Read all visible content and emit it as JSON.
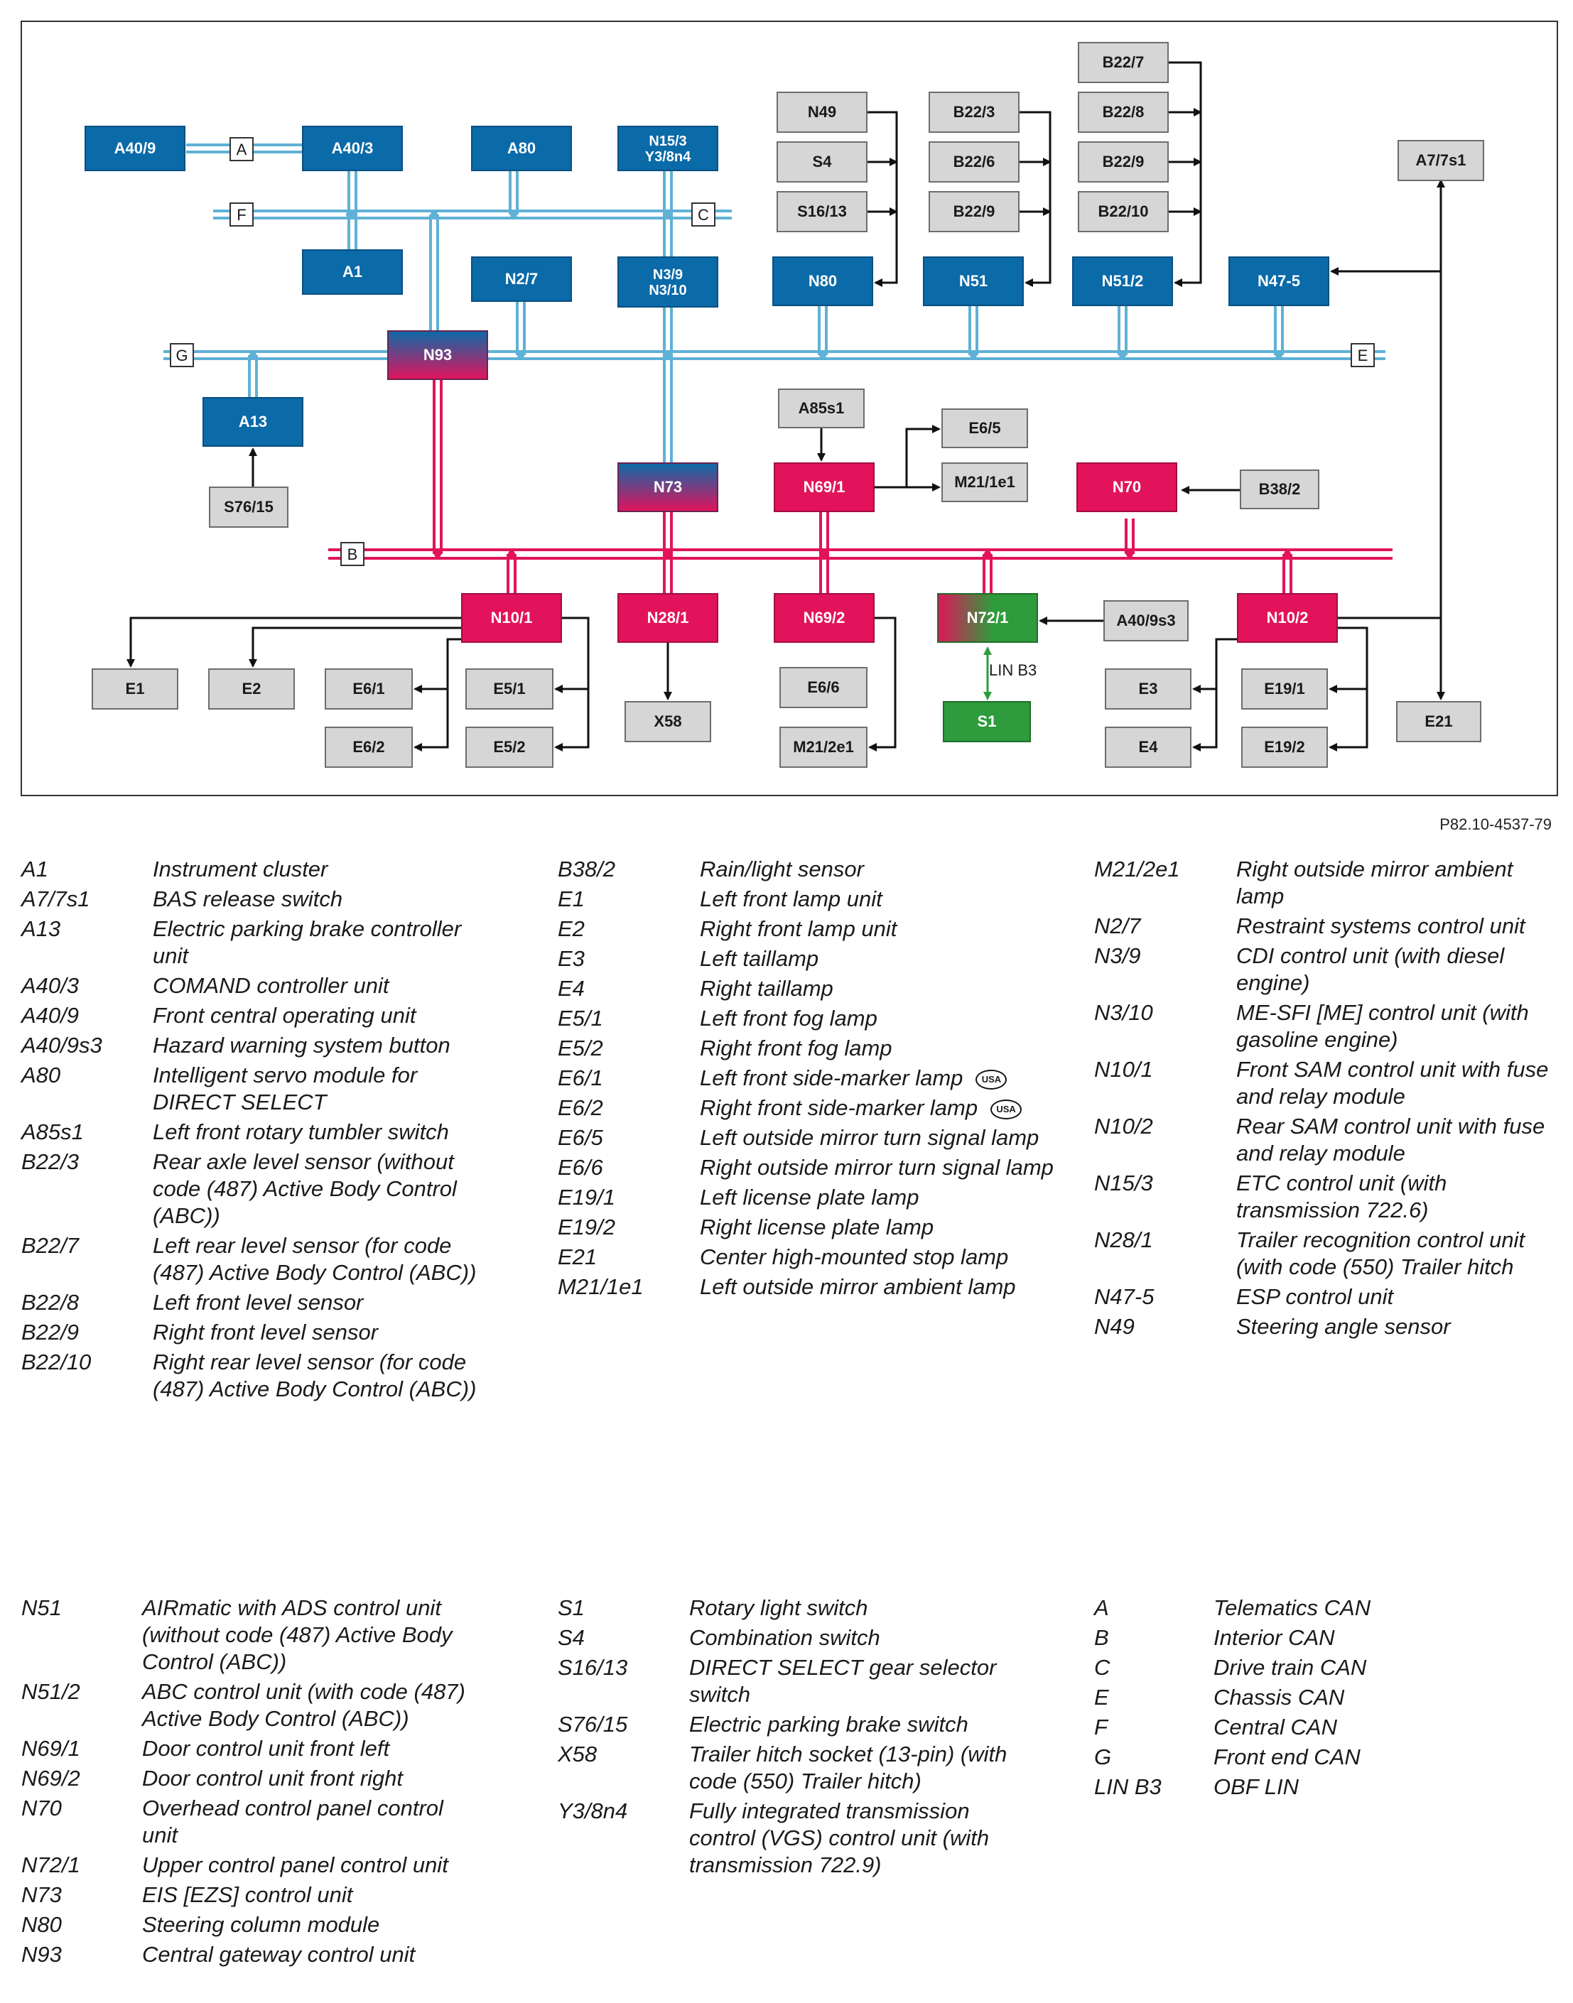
{
  "diagram": {
    "reference": "P82.10-4537-79",
    "colors": {
      "blue": "#0b6aa8",
      "pink": "#e2135b",
      "green": "#2e9b3c",
      "grey": "#d6d6d6",
      "can_blue": "#5fb1d6",
      "can_pink": "#e2135b"
    },
    "bus_letters": [
      "A",
      "F",
      "C",
      "G",
      "E",
      "B"
    ],
    "lin_label": "LIN B3",
    "modules": [
      {
        "id": "A40/9",
        "color": "blue"
      },
      {
        "id": "A40/3",
        "color": "blue"
      },
      {
        "id": "A1",
        "color": "blue"
      },
      {
        "id": "A80",
        "color": "blue"
      },
      {
        "id": "N15/3\nY3/8n4",
        "color": "blue"
      },
      {
        "id": "N2/7",
        "color": "blue"
      },
      {
        "id": "N3/9\nN3/10",
        "color": "blue"
      },
      {
        "id": "N93",
        "color": "gradient"
      },
      {
        "id": "A13",
        "color": "blue"
      },
      {
        "id": "S76/15",
        "color": "grey"
      },
      {
        "id": "N49",
        "color": "grey"
      },
      {
        "id": "S4",
        "color": "grey"
      },
      {
        "id": "S16/13",
        "color": "grey"
      },
      {
        "id": "N80",
        "color": "blue"
      },
      {
        "id": "B22/3",
        "color": "grey"
      },
      {
        "id": "B22/6",
        "color": "grey"
      },
      {
        "id": "B22/9",
        "color": "grey"
      },
      {
        "id": "N51",
        "color": "blue"
      },
      {
        "id": "B22/7",
        "color": "grey"
      },
      {
        "id": "B22/8",
        "color": "grey"
      },
      {
        "id": "B22/9",
        "color": "grey"
      },
      {
        "id": "B22/10",
        "color": "grey"
      },
      {
        "id": "N51/2",
        "color": "blue"
      },
      {
        "id": "A7/7s1",
        "color": "grey"
      },
      {
        "id": "N47-5",
        "color": "blue"
      },
      {
        "id": "N73",
        "color": "gradient"
      },
      {
        "id": "A85s1",
        "color": "grey"
      },
      {
        "id": "N69/1",
        "color": "pink"
      },
      {
        "id": "E6/5",
        "color": "grey"
      },
      {
        "id": "M21/1e1",
        "color": "grey"
      },
      {
        "id": "N70",
        "color": "pink"
      },
      {
        "id": "B38/2",
        "color": "grey"
      },
      {
        "id": "N10/1",
        "color": "pink"
      },
      {
        "id": "N28/1",
        "color": "pink"
      },
      {
        "id": "N69/2",
        "color": "pink"
      },
      {
        "id": "N72/1",
        "color": "gradient-green"
      },
      {
        "id": "A40/9s3",
        "color": "grey"
      },
      {
        "id": "N10/2",
        "color": "pink"
      },
      {
        "id": "E1",
        "color": "grey"
      },
      {
        "id": "E2",
        "color": "grey"
      },
      {
        "id": "E6/1",
        "color": "grey"
      },
      {
        "id": "E6/2",
        "color": "grey"
      },
      {
        "id": "E5/1",
        "color": "grey"
      },
      {
        "id": "E5/2",
        "color": "grey"
      },
      {
        "id": "X58",
        "color": "grey"
      },
      {
        "id": "E6/6",
        "color": "grey"
      },
      {
        "id": "M21/2e1",
        "color": "grey"
      },
      {
        "id": "S1",
        "color": "green"
      },
      {
        "id": "E3",
        "color": "grey"
      },
      {
        "id": "E4",
        "color": "grey"
      },
      {
        "id": "E19/1",
        "color": "grey"
      },
      {
        "id": "E19/2",
        "color": "grey"
      },
      {
        "id": "E21",
        "color": "grey"
      }
    ]
  },
  "legend_top": {
    "col1": [
      {
        "code": "A1",
        "desc": "Instrument cluster"
      },
      {
        "code": "A7/7s1",
        "desc": "BAS release switch"
      },
      {
        "code": "A13",
        "desc": "Electric parking brake controller unit"
      },
      {
        "code": "A40/3",
        "desc": "COMAND controller unit"
      },
      {
        "code": "A40/9",
        "desc": "Front central operating unit"
      },
      {
        "code": "A40/9s3",
        "desc": "Hazard warning system button"
      },
      {
        "code": "A80",
        "desc": "Intelligent servo module for DIRECT SELECT"
      },
      {
        "code": "A85s1",
        "desc": "Left front rotary tumbler switch"
      },
      {
        "code": "B22/3",
        "desc": "Rear axle level sensor (without code (487) Active Body Control (ABC))"
      },
      {
        "code": "B22/7",
        "desc": "Left rear level sensor (for code (487) Active Body Control (ABC))"
      },
      {
        "code": "B22/8",
        "desc": "Left front level sensor"
      },
      {
        "code": "B22/9",
        "desc": "Right front level sensor"
      },
      {
        "code": "B22/10",
        "desc": "Right rear level sensor (for code (487) Active Body Control (ABC))"
      }
    ],
    "col2": [
      {
        "code": "B38/2",
        "desc": "Rain/light sensor"
      },
      {
        "code": "E1",
        "desc": "Left front lamp unit"
      },
      {
        "code": "E2",
        "desc": "Right front lamp unit"
      },
      {
        "code": "E3",
        "desc": "Left taillamp"
      },
      {
        "code": "E4",
        "desc": "Right taillamp"
      },
      {
        "code": "E5/1",
        "desc": "Left front fog lamp"
      },
      {
        "code": "E5/2",
        "desc": "Right front fog lamp"
      },
      {
        "code": "E6/1",
        "desc": "Left front side-marker lamp",
        "badge": "USA"
      },
      {
        "code": "E6/2",
        "desc": "Right front side-marker lamp",
        "badge": "USA"
      },
      {
        "code": "E6/5",
        "desc": "Left outside mirror turn signal lamp"
      },
      {
        "code": "E6/6",
        "desc": "Right outside mirror turn signal lamp"
      },
      {
        "code": "E19/1",
        "desc": "Left license plate lamp"
      },
      {
        "code": "E19/2",
        "desc": "Right license plate lamp"
      },
      {
        "code": "E21",
        "desc": "Center high-mounted stop lamp"
      },
      {
        "code": "M21/1e1",
        "desc": "Left outside mirror ambient lamp"
      }
    ],
    "col3": [
      {
        "code": "M21/2e1",
        "desc": "Right outside mirror ambient lamp"
      },
      {
        "code": "N2/7",
        "desc": "Restraint systems control unit"
      },
      {
        "code": "N3/9",
        "desc": "CDI control unit (with diesel engine)"
      },
      {
        "code": "N3/10",
        "desc": "ME-SFI [ME] control unit (with gasoline engine)"
      },
      {
        "code": "N10/1",
        "desc": "Front SAM control unit with fuse and relay module"
      },
      {
        "code": "N10/2",
        "desc": "Rear SAM control unit with fuse and relay module"
      },
      {
        "code": "N15/3",
        "desc": "ETC control unit (with transmission 722.6)"
      },
      {
        "code": "N28/1",
        "desc": "Trailer recognition control unit (with code (550) Trailer hitch"
      },
      {
        "code": "N47-5",
        "desc": "ESP control unit"
      },
      {
        "code": "N49",
        "desc": "Steering angle sensor"
      }
    ]
  },
  "legend_bottom": {
    "col1": [
      {
        "code": "N51",
        "desc": "AIRmatic with ADS control unit (without code (487) Active Body Control (ABC))"
      },
      {
        "code": "N51/2",
        "desc": "ABC control unit (with code (487) Active Body Control (ABC))"
      },
      {
        "code": "N69/1",
        "desc": "Door control unit front left"
      },
      {
        "code": "N69/2",
        "desc": "Door control unit front right"
      },
      {
        "code": "N70",
        "desc": "Overhead control panel control unit"
      },
      {
        "code": "N72/1",
        "desc": "Upper control panel control unit"
      },
      {
        "code": "N73",
        "desc": "EIS [EZS] control unit"
      },
      {
        "code": "N80",
        "desc": "Steering column module"
      },
      {
        "code": "N93",
        "desc": "Central gateway control unit"
      }
    ],
    "col2": [
      {
        "code": "S1",
        "desc": "Rotary light switch"
      },
      {
        "code": "S4",
        "desc": "Combination switch"
      },
      {
        "code": "S16/13",
        "desc": "DIRECT SELECT gear selector switch"
      },
      {
        "code": "S76/15",
        "desc": "Electric parking brake switch"
      },
      {
        "code": "X58",
        "desc": "Trailer hitch socket (13-pin) (with code (550) Trailer hitch)"
      },
      {
        "code": "Y3/8n4",
        "desc": "Fully integrated transmission control (VGS) control unit (with transmission 722.9)"
      }
    ],
    "col3": [
      {
        "code": "A",
        "desc": "Telematics CAN"
      },
      {
        "code": "B",
        "desc": "Interior CAN"
      },
      {
        "code": "C",
        "desc": "Drive train CAN"
      },
      {
        "code": "E",
        "desc": "Chassis CAN"
      },
      {
        "code": "F",
        "desc": "Central CAN"
      },
      {
        "code": "G",
        "desc": "Front end CAN"
      },
      {
        "code": "LIN B3",
        "desc": "OBF LIN"
      }
    ]
  }
}
